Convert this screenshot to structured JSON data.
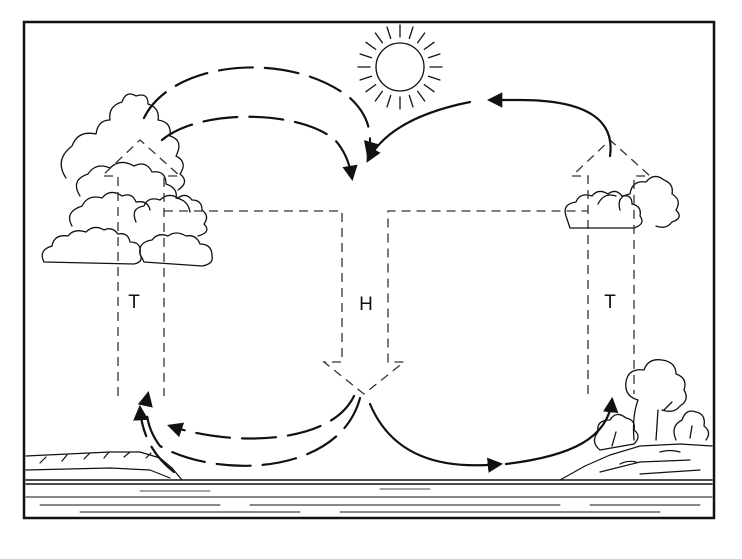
{
  "labels": {
    "left_column": "T",
    "center_column": "H",
    "right_column": "T"
  },
  "icons": {
    "sun": "sun-icon",
    "left_clouds": "cumulus-cloud-icon",
    "right_clouds": "cumulus-cloud-icon",
    "right_trees": "tree-icon"
  },
  "colors": {
    "ink": "#111111",
    "background": "#ffffff"
  }
}
